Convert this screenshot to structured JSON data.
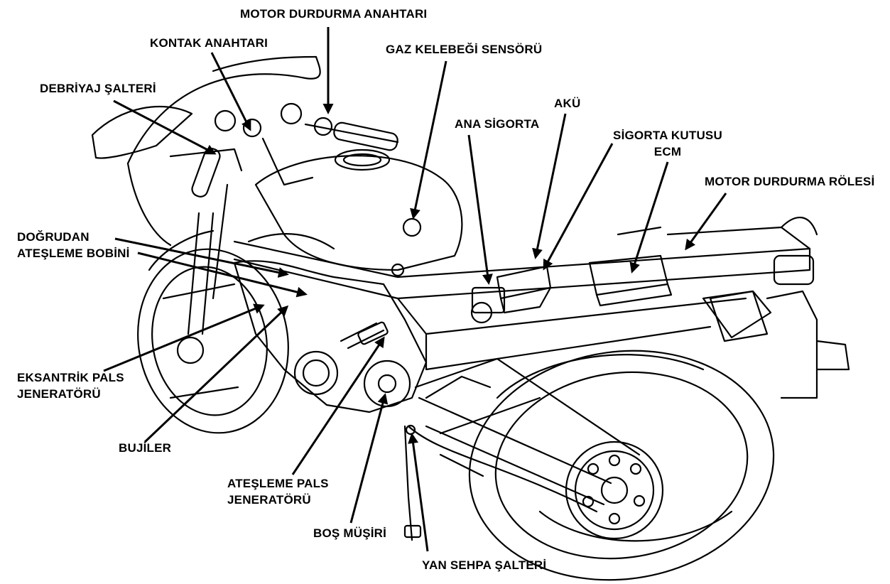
{
  "labels": {
    "motor_durdurma_anahtari": "MOTOR DURDURMA ANAHTARI",
    "kontak_anahtari": "KONTAK ANAHTARI",
    "gaz_kelebegi_sensoru": "GAZ KELEBEĞİ SENSÖRÜ",
    "debriyaj_salteri": "DEBRİYAJ ŞALTERİ",
    "aku": "AKÜ",
    "ana_sigorta": "ANA SİGORTA",
    "sigorta_kutusu": "SİGORTA KUTUSU",
    "ecm": "ECM",
    "motor_durdurma_rolesi": "MOTOR DURDURMA RÖLESİ",
    "dogrudan_atesleme_bobini_1": "DOĞRUDAN",
    "dogrudan_atesleme_bobini_2": "ATEŞLEME BOBİNİ",
    "eksantrik_pals_1": "EKSANTRİK PALS",
    "eksantrik_pals_2": "JENERATÖRÜ",
    "bujiler": "BUJİLER",
    "atesleme_pals_1": "ATEŞLEME PALS",
    "atesleme_pals_2": "JENERATÖRÜ",
    "bos_musiri": "BOŞ MÜŞİRİ",
    "yan_sehpa_salteri": "YAN SEHPA ŞALTERİ"
  },
  "colors": {
    "ink": "#000000",
    "paper": "#ffffff"
  }
}
